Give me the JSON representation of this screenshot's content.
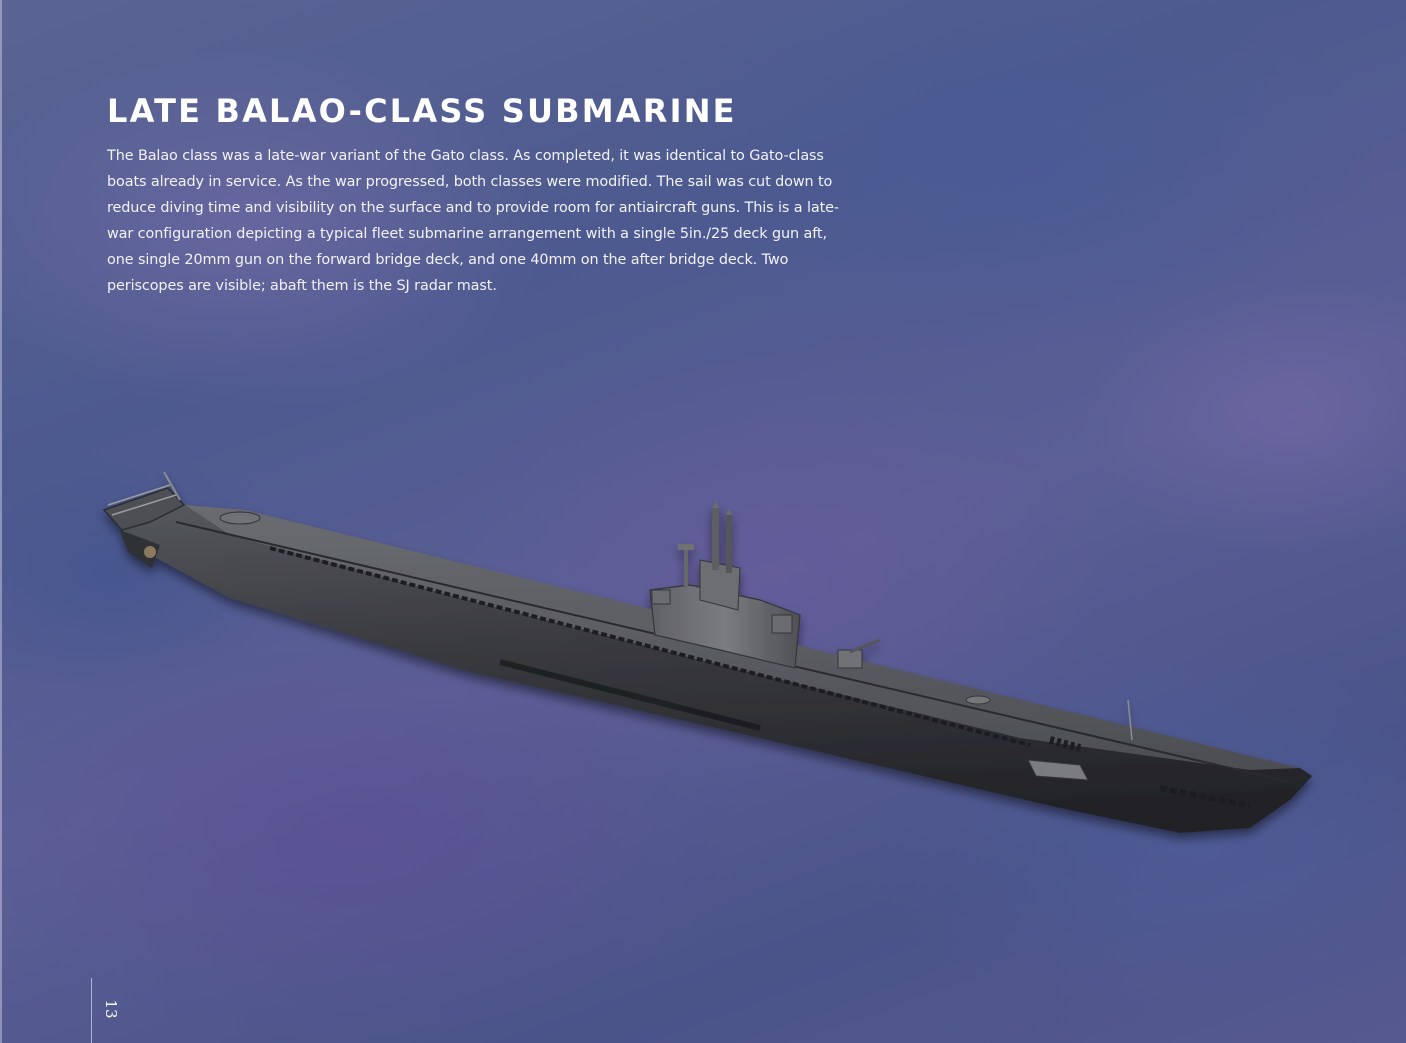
{
  "page": {
    "title": "LATE BALAO-CLASS SUBMARINE",
    "body": "The Balao class was a late-war variant of the Gato class. As completed, it was identical to Gato-class boats already in service. As the war progressed, both classes were modified. The sail was cut down to reduce diving time and visibility on the surface and to provide room for antiaircraft guns. This is a late-war configuration depicting a typical fleet submarine arrangement with a single 5in./25 deck gun aft, one single 20mm gun on the forward bridge deck, and one 40mm on the after bridge deck. Two periscopes are visible; abaft them is the SJ radar mast.",
    "page_number": "13"
  },
  "colors": {
    "background": "#515b90",
    "hull": "#3a3b3f",
    "deck": "#5a5c61",
    "text": "#ffffff"
  }
}
